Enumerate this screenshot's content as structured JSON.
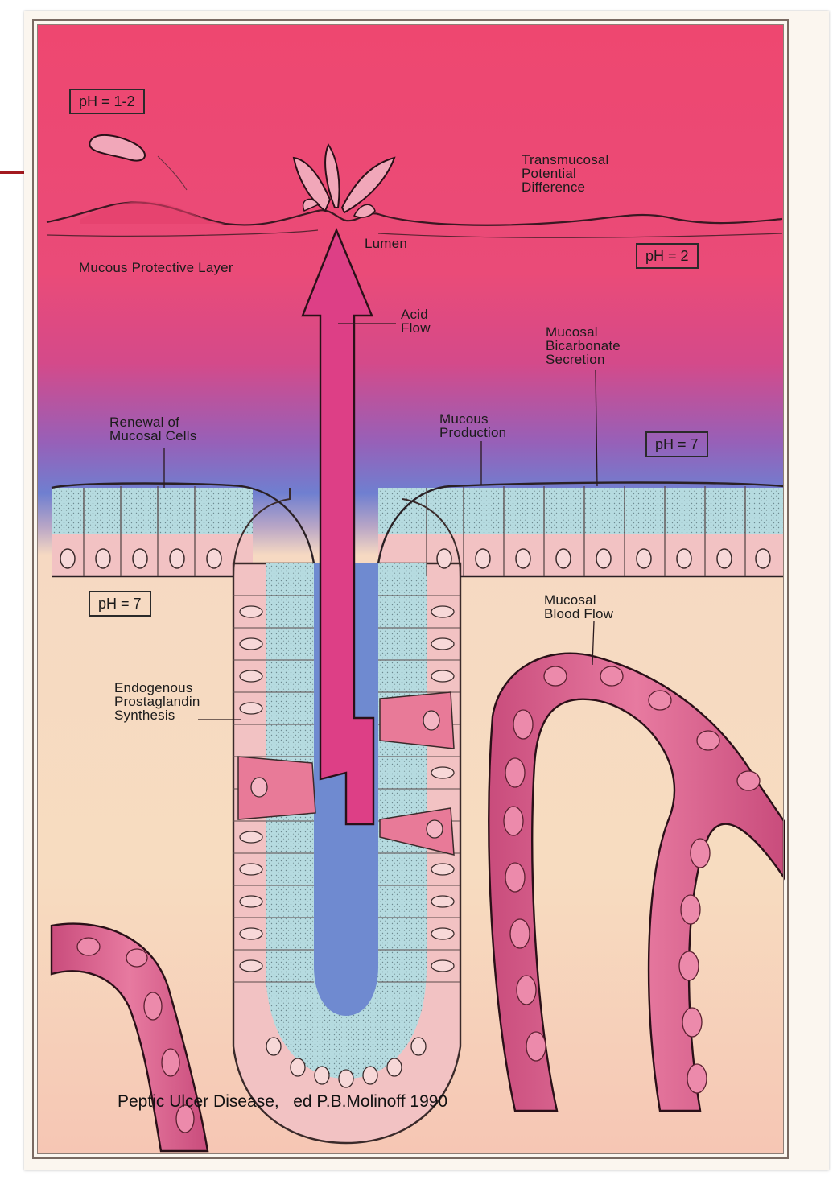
{
  "labels": {
    "ph_top": "pH = 1-2",
    "ph_lumen": "pH = 2",
    "ph_surface": "pH = 7",
    "ph_lamina": "pH = 7",
    "transmucosal": [
      "Transmucosal",
      "Potential",
      "Difference"
    ],
    "lumen": "Lumen",
    "mucous_layer": "Mucous Protective Layer",
    "acid_flow": [
      "Acid",
      "Flow"
    ],
    "bicarbonate": [
      "Mucosal",
      "Bicarbonate",
      "Secretion"
    ],
    "renewal": [
      "Renewal of",
      "Mucosal Cells"
    ],
    "mucous_production": [
      "Mucous",
      "Production"
    ],
    "blood_flow": [
      "Mucosal",
      "Blood Flow"
    ],
    "prostaglandin": [
      "Endogenous",
      "Prostaglandin",
      "Synthesis"
    ]
  },
  "credit": "Peptic Ulcer Disease,   ed P.B.Molinoff 1990",
  "colors": {
    "lumen_top": "#e9446a",
    "lumen_pink": "#e8507d",
    "surface_blue": "#6a7fcf",
    "cell_blue": "#b6dbe0",
    "cell_pink": "#f2c2c3",
    "stroma": "#f7dcc0",
    "vessel": "#d55a86",
    "rbc": "#e86f98",
    "arrow": "#de3f85",
    "accent": "#a3191f"
  }
}
